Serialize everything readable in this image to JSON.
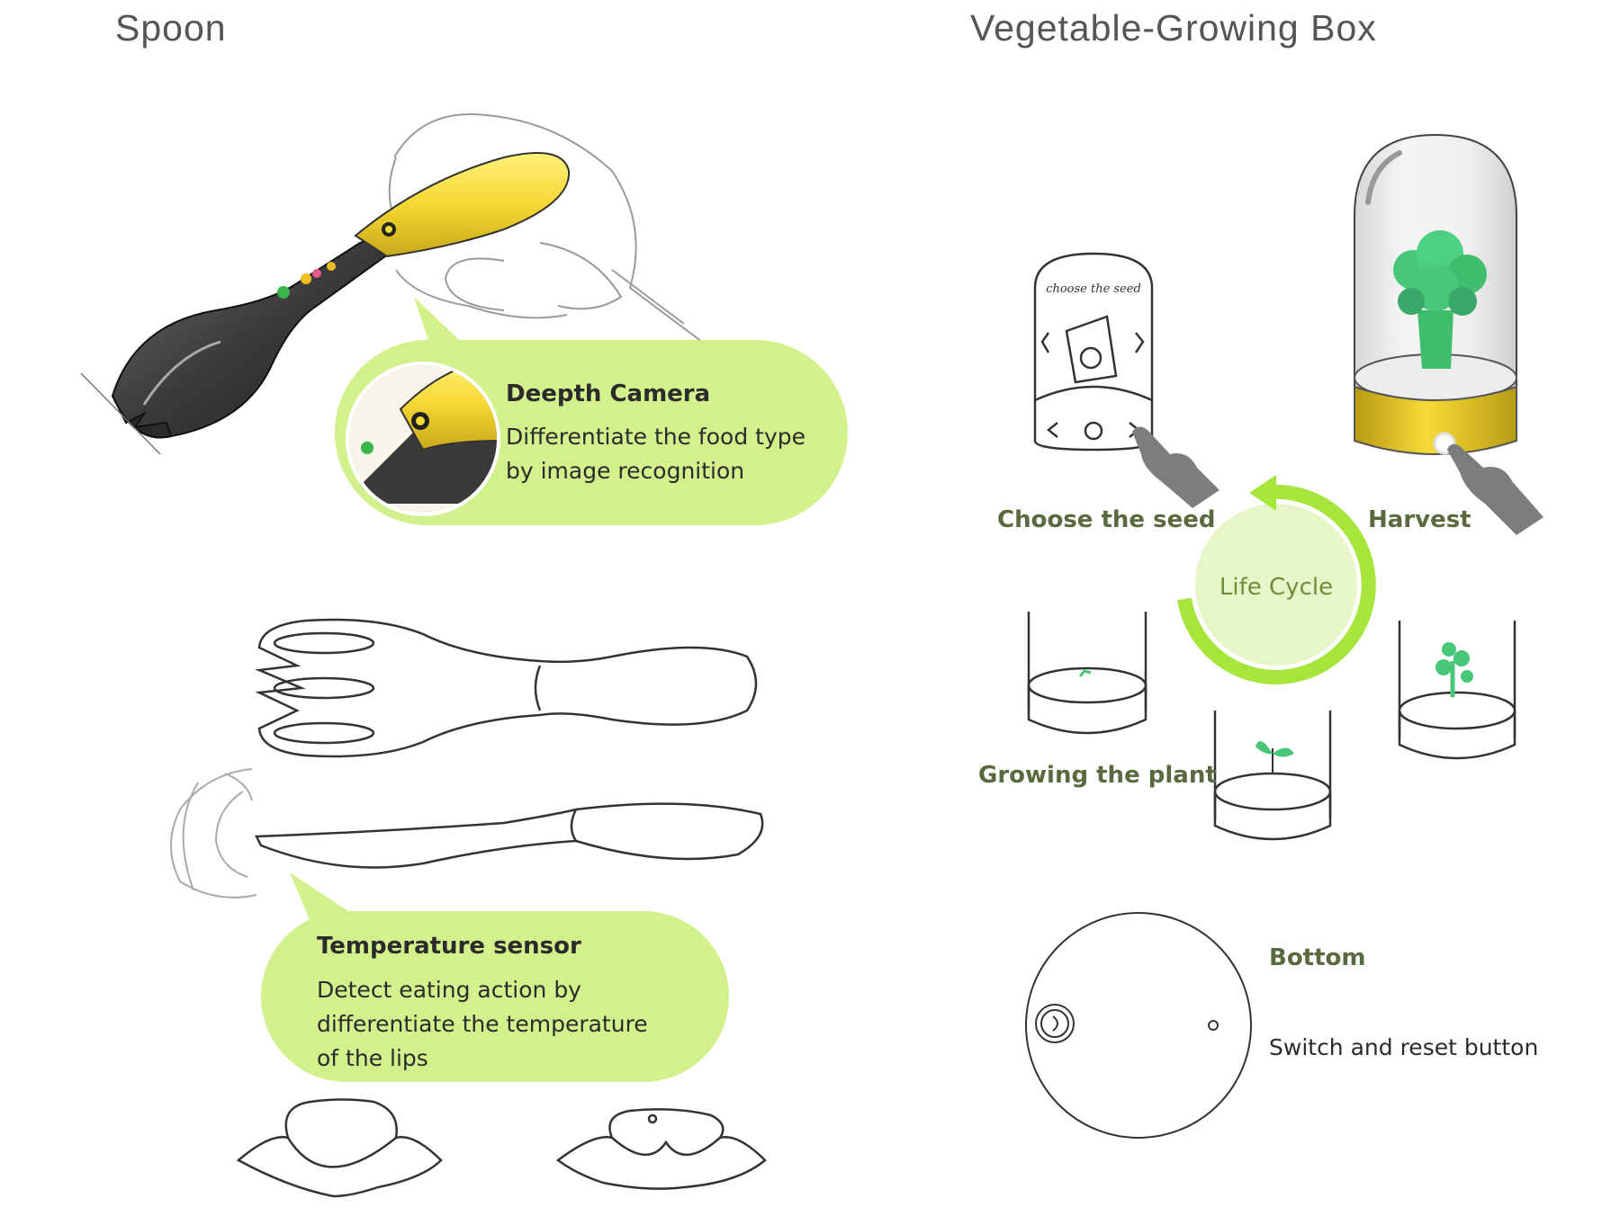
{
  "spoon": {
    "title": "Spoon",
    "camera_bubble": {
      "title": "Deepth Camera",
      "lines": [
        "Differentiate the food type",
        "by image recognition"
      ]
    },
    "sensor_bubble": {
      "title": "Temperature sensor",
      "lines": [
        "Detect eating action by",
        "differentiate the temperature",
        "of the lips"
      ]
    }
  },
  "box": {
    "title": "Vegetable-Growing Box",
    "screen_text": "choose the seed",
    "cycle_label": "Life Cycle",
    "stages": {
      "choose": "Choose the seed",
      "harvest": "Harvest",
      "growing": "Growing the plant"
    },
    "bottom": {
      "title": "Bottom",
      "caption": "Switch and reset button"
    }
  },
  "colors": {
    "bubble": "#d2f08c",
    "cycle_ring": "#a6e63c",
    "cycle_fill": "#e6f6c8",
    "spoon_yellow": "#f5d832",
    "plant_green": "#46c878",
    "label_green": "#586a3e"
  }
}
